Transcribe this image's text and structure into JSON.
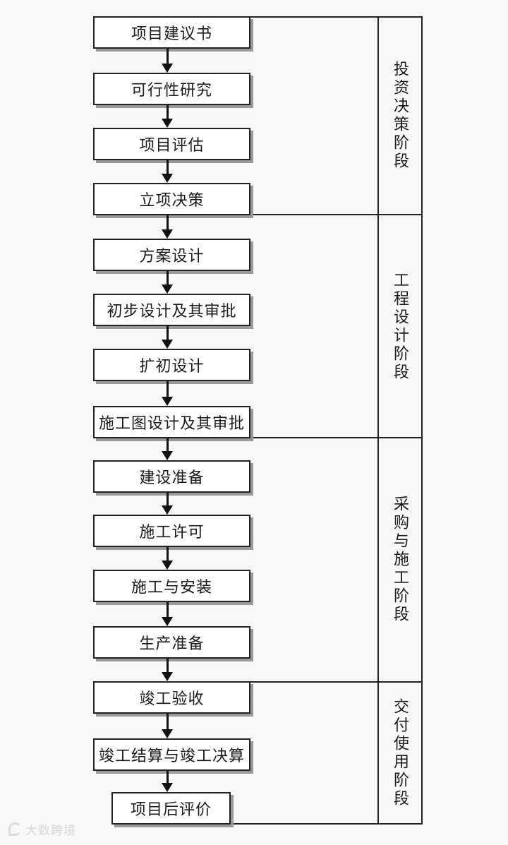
{
  "flow": {
    "steps": [
      {
        "label": "项目建议书"
      },
      {
        "label": "可行性研究"
      },
      {
        "label": "项目评估"
      },
      {
        "label": "立项决策"
      },
      {
        "label": "方案设计"
      },
      {
        "label": "初步设计及其审批"
      },
      {
        "label": "扩初设计"
      },
      {
        "label": "施工图设计及其审批"
      },
      {
        "label": "建设准备"
      },
      {
        "label": "施工许可"
      },
      {
        "label": "施工与安装"
      },
      {
        "label": "生产准备"
      },
      {
        "label": "竣工验收"
      },
      {
        "label": "竣工结算与竣工决算"
      },
      {
        "label": "项目后评价"
      }
    ]
  },
  "phases": [
    {
      "label": "投资决策阶段"
    },
    {
      "label": "工程设计阶段"
    },
    {
      "label": "采购与施工阶段"
    },
    {
      "label": "交付使用阶段"
    }
  ],
  "watermark": {
    "text": "大数跨境"
  },
  "colors": {
    "line": "#222222",
    "box_fill": "#ffffff",
    "box_shadow": "#999999",
    "background": "#f8f8f8",
    "text": "#1a1a1a",
    "watermark": "#d8d8d8"
  }
}
